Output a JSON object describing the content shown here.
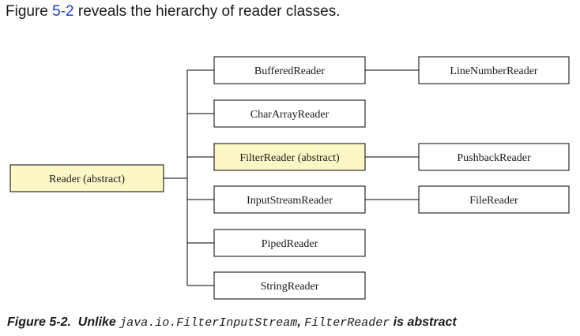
{
  "intro": {
    "before": "Figure ",
    "ref": "5-2",
    "after": " reveals the hierarchy of reader classes."
  },
  "diagram": {
    "highlight_color": "#fdf7c6",
    "root": "Reader (abstract)",
    "children": [
      "BufferedReader",
      "CharArrayReader",
      "FilterReader (abstract)",
      "InputStreamReader",
      "PipedReader",
      "StringReader"
    ],
    "grandchildren": [
      "LineNumberReader",
      "PushbackReader",
      "FileReader"
    ]
  },
  "caption": {
    "label": "Figure 5-2.",
    "text1": "Unlike ",
    "code1": "java.io.FilterInputStream",
    "text2": ", ",
    "code2": "FilterReader",
    "text3": " is abstract"
  }
}
